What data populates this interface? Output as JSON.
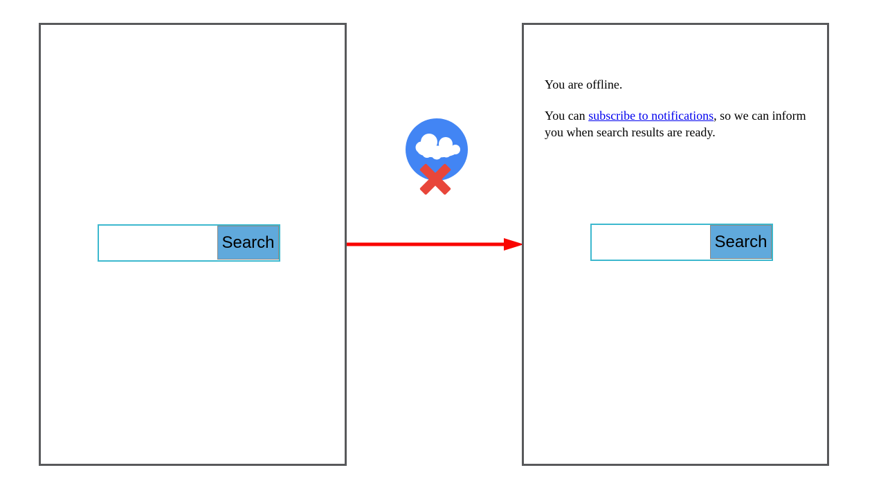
{
  "colors": {
    "frame_border": "#58595b",
    "input_border": "#3cb8ce",
    "button_bg": "#60a9dc",
    "button_border": "#8a8a85",
    "circle_blue": "#4285f4",
    "error_red": "#e8463a",
    "arrow_red": "#f90500",
    "link_blue": "#0000ee",
    "text_black": "#000000"
  },
  "left_frame": {
    "search": {
      "input_value": "",
      "button_label": "Search"
    }
  },
  "right_frame": {
    "offline_text": "You are offline.",
    "notify_sentence": {
      "prefix": "You can ",
      "link": "subscribe to notifications",
      "suffix": ", so we can inform you when search results are ready."
    },
    "search": {
      "input_value": "",
      "button_label": "Search"
    }
  },
  "icons": {
    "offline_badge": "cloud-offline-error-icon",
    "arrow": "flow-arrow-right"
  }
}
